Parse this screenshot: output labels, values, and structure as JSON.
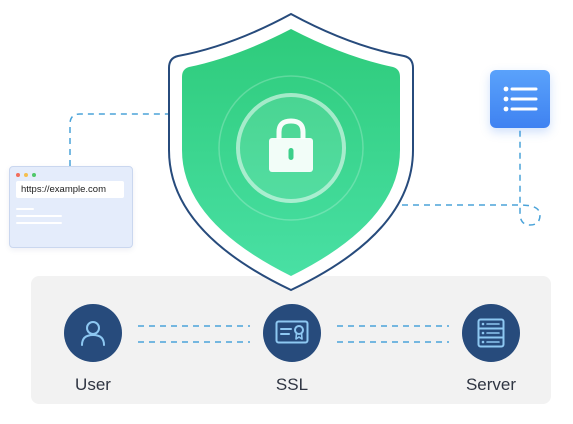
{
  "browser": {
    "url": "https://example.com"
  },
  "flow": {
    "nodes": [
      {
        "id": "user",
        "label": "User",
        "icon": "user-icon"
      },
      {
        "id": "ssl",
        "label": "SSL",
        "icon": "certificate-icon"
      },
      {
        "id": "server",
        "label": "Server",
        "icon": "server-icon"
      }
    ]
  },
  "colors": {
    "shield_top": "#2ecb7b",
    "shield_bottom": "#49e0a4",
    "shield_outline": "#274b7c",
    "node_fill": "#274b7c",
    "connector": "#4ba3d9",
    "tile": "#4a8ef5",
    "panel": "#f2f2f2"
  }
}
